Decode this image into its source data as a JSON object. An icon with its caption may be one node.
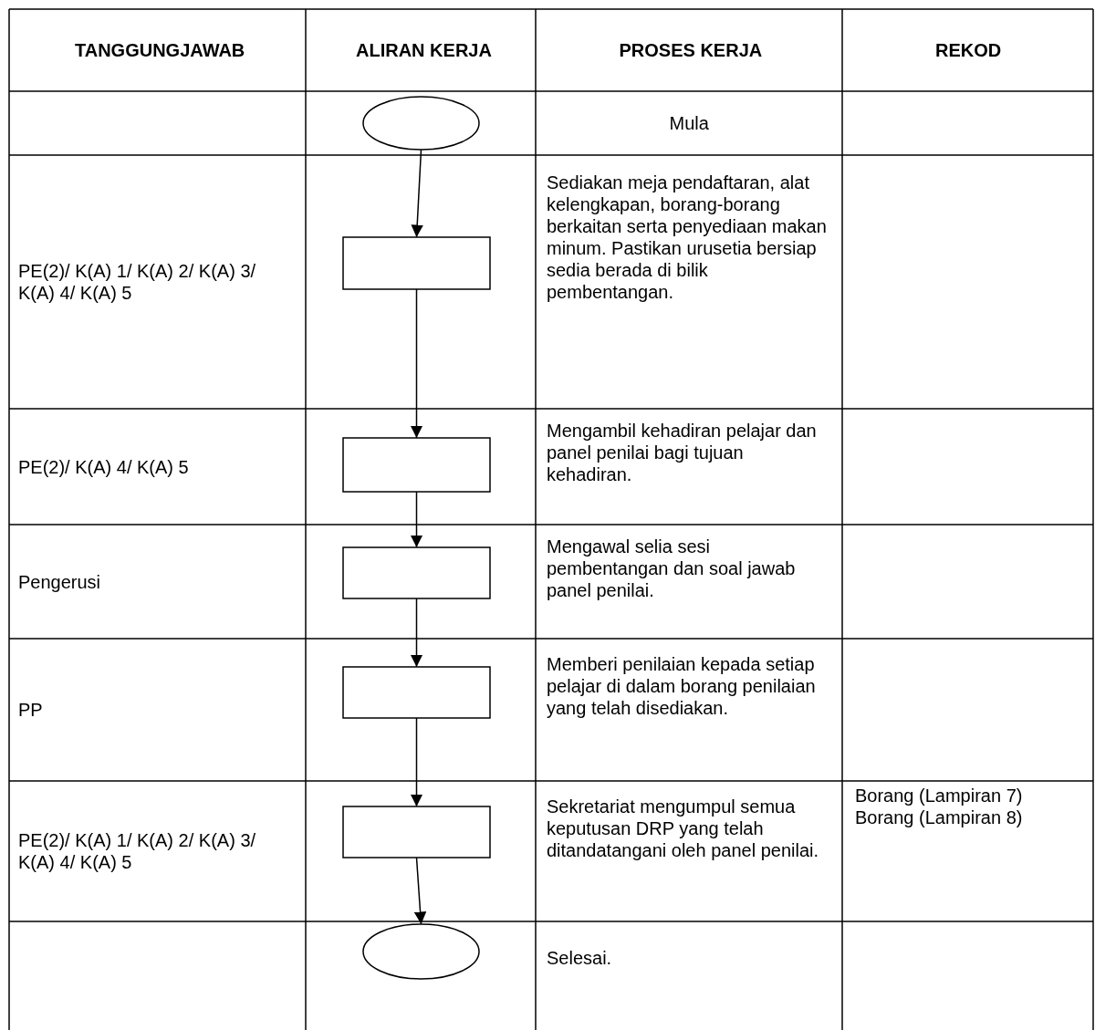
{
  "diagram": {
    "nodes": [
      {
        "text": [],
        "shape": "ellipse"
      },
      {
        "text": [],
        "shape": "box"
      },
      {
        "text": [],
        "shape": "box"
      },
      {
        "text": [],
        "shape": "box"
      },
      {
        "text": [],
        "shape": "box"
      },
      {
        "text": [],
        "shape": "box"
      },
      {
        "text": [],
        "shape": "ellipse"
      }
    ],
    "edges": [
      {
        "from": 0,
        "to": 1,
        "arrow": "to"
      },
      {
        "from": 1,
        "to": 2,
        "arrow": "to"
      },
      {
        "from": 2,
        "to": 3,
        "arrow": "to"
      },
      {
        "from": 3,
        "to": 4,
        "arrow": "to"
      },
      {
        "from": 4,
        "to": 5,
        "arrow": "to"
      },
      {
        "from": 5,
        "to": 6,
        "arrow": "to"
      }
    ],
    "labels": [
      "TANGGUNGJAWAB",
      "ALIRAN KERJA",
      "PROSES KERJA",
      "REKOD",
      "Mula",
      "PE(2)/ K(A) 1/ K(A) 2/ K(A) 3/ K(A) 4/ K(A) 5",
      "Sediakan meja pendaftaran, alat kelengkapan, borang-borang berkaitan serta penyediaan makan minum. Pastikan urusetia bersiap sedia berada di bilik pembentangan.",
      "PE(2)/ K(A) 4/ K(A) 5",
      "Mengambil kehadiran pelajar dan panel penilai bagi tujuan kehadiran.",
      "Pengerusi",
      "Mengawal selia sesi pembentangan dan soal jawab panel penilai.",
      "PP",
      "Memberi penilaian kepada setiap pelajar di dalam borang penilaian yang telah disediakan.",
      "PE(2)/ K(A) 1/ K(A) 2/ K(A) 3/ K(A) 4/ K(A) 5",
      "Sekretariat mengumpul semua keputusan DRP yang telah ditandatangani oleh panel penilai.",
      "Borang (Lampiran 7)",
      "Borang (Lampiran 8)",
      "Selesai."
    ]
  }
}
